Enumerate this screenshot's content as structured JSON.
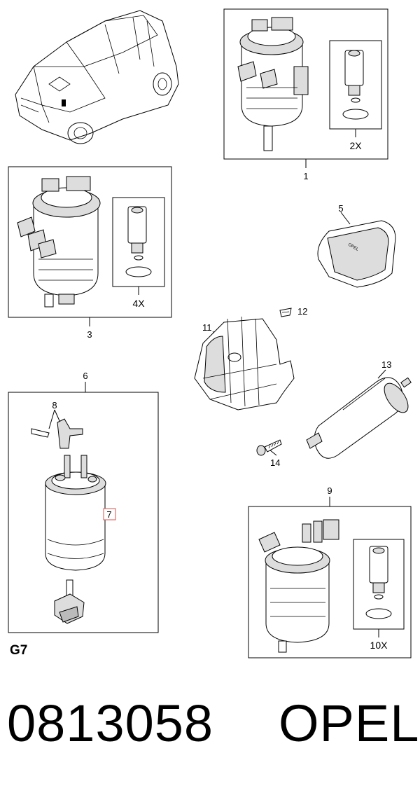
{
  "callouts": {
    "c1": "1",
    "c2x": "2X",
    "c3": "3",
    "c4x": "4X",
    "c5": "5",
    "c6": "6",
    "c7": "7",
    "c8": "8",
    "c9": "9",
    "c10x": "10X",
    "c11": "11",
    "c12": "12",
    "c13": "13",
    "c14": "14"
  },
  "section_code": "G7",
  "part_number": "0813058",
  "brand": "OPEL",
  "colors": {
    "highlight_box": "#d9534f"
  }
}
